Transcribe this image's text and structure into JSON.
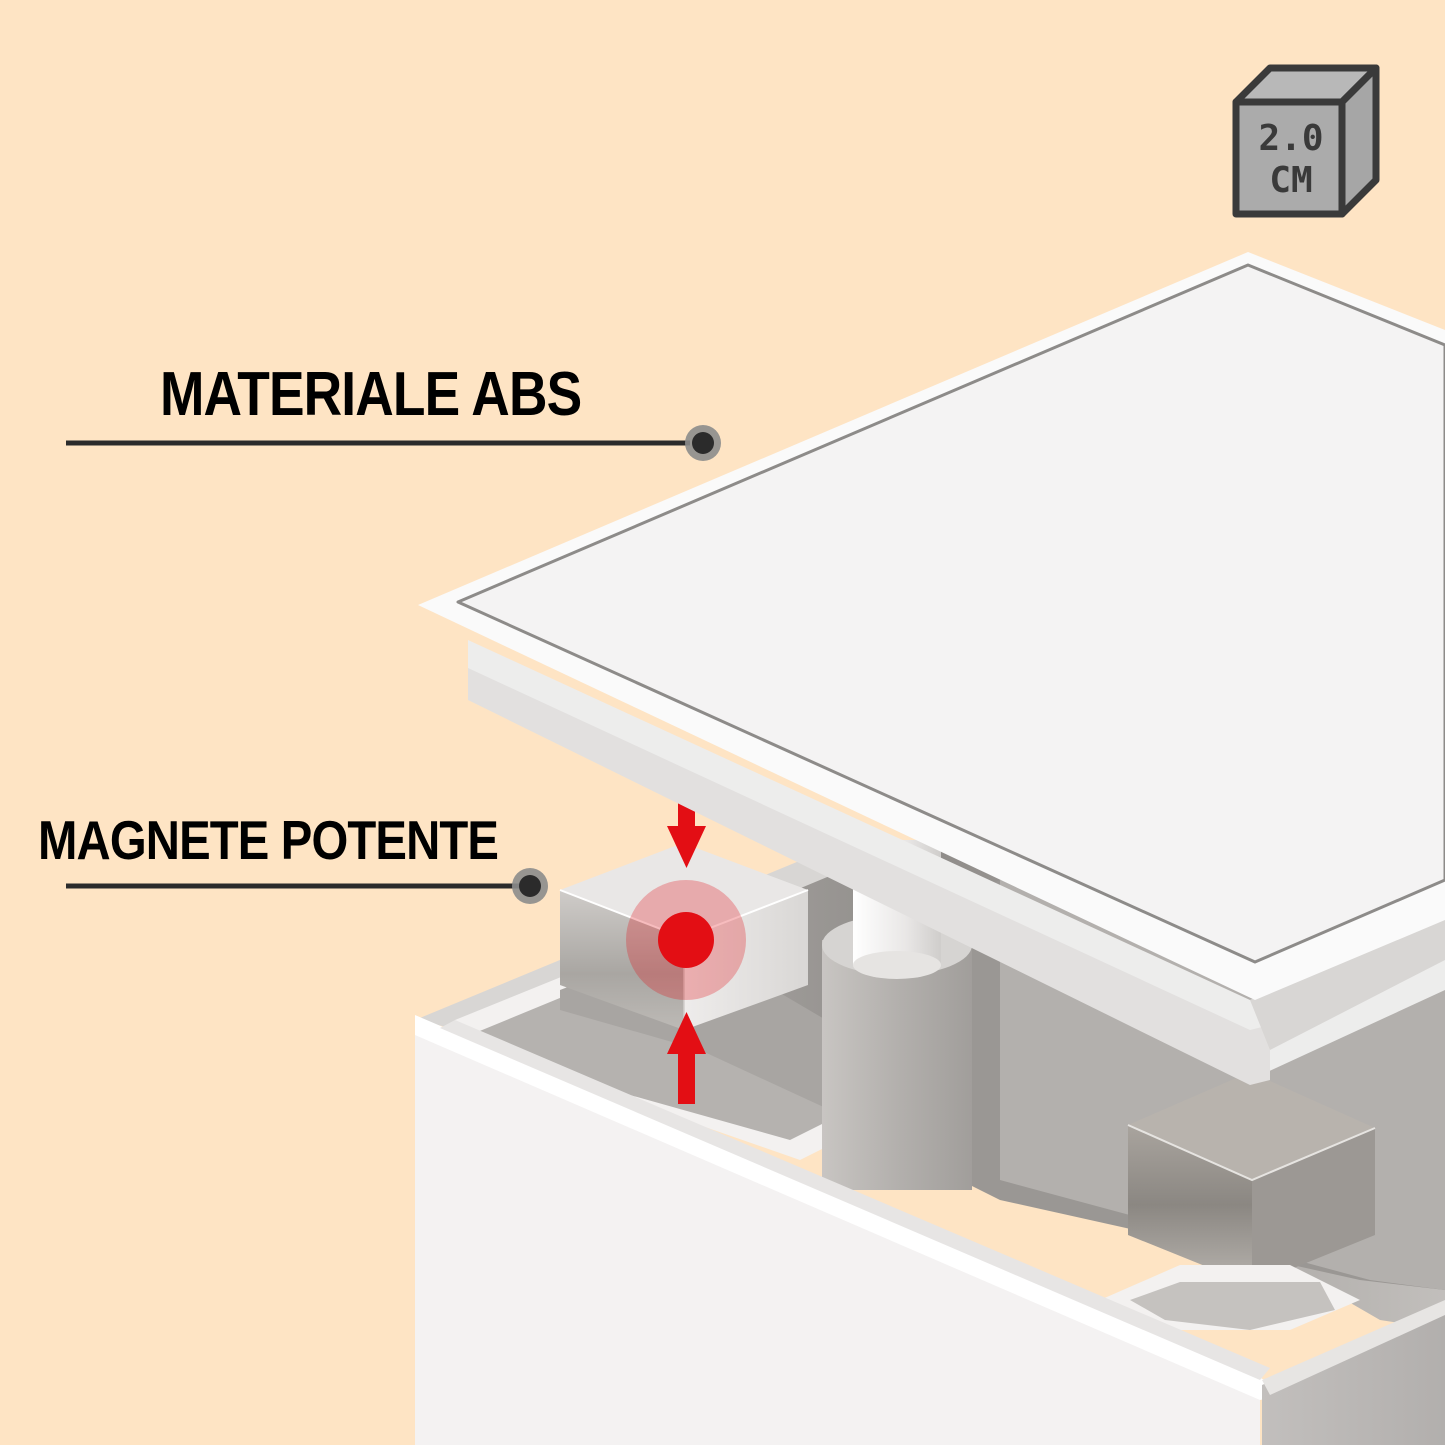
{
  "callouts": {
    "material": {
      "label": "MATERIALE ABS"
    },
    "magnet": {
      "label": "MAGNETE POTENTE"
    }
  },
  "size_badge": {
    "icon": "cube-icon",
    "value": "2.0",
    "unit": "CM"
  },
  "colors": {
    "background": "#FEE4C4",
    "label_text": "#000000",
    "leader_line": "#2b2b2b",
    "leader_dot_ring": "#8c8c8c",
    "accent_red": "#E30E14",
    "box_white": "#F4F2F2",
    "box_interior_gray": "#A9A6A3",
    "magnet_gray": "#C9C6C3",
    "badge_fill": "#ABABAB",
    "badge_stroke": "#3A3A3A"
  }
}
